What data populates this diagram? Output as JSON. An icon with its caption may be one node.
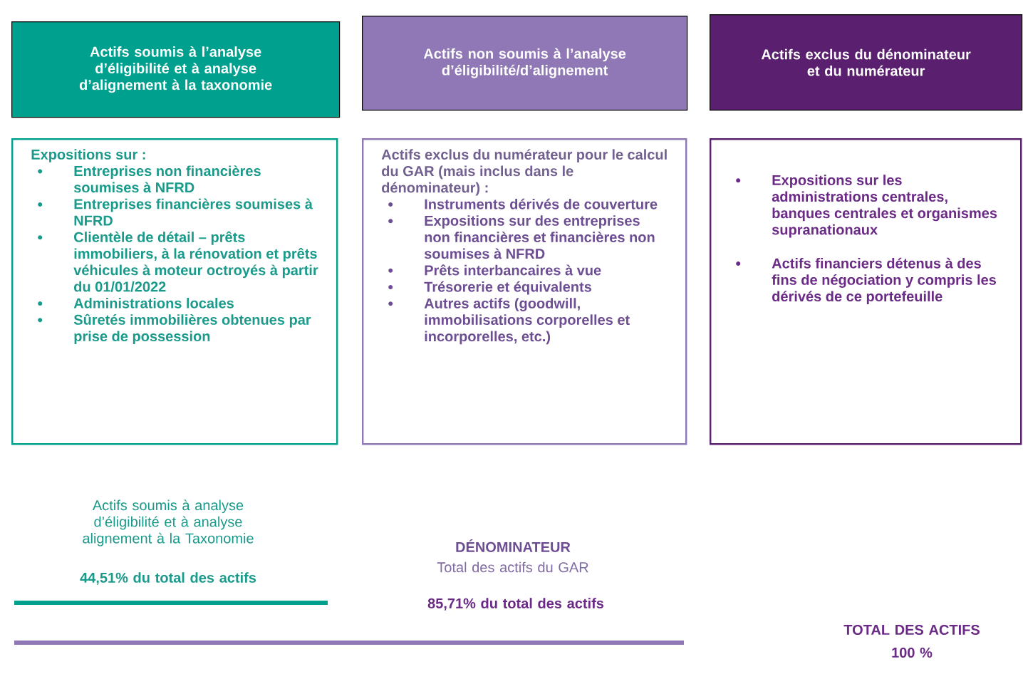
{
  "diagram": {
    "nodes": [
      {
        "text": [
          "Actifs soumis à l’analyse d’éligibilité et à analyse d’alignement à la taxonomie"
        ]
      },
      {
        "text": [
          "Actifs non soumis à l’analyse d’éligibilité/d’alignement"
        ]
      },
      {
        "text": [
          "Actifs exclus du dénominateur et du numérateur"
        ]
      },
      {
        "text": [
          "Expositions sur :",
          "Entreprises non financières soumises à NFRD",
          "Entreprises financières soumises à NFRD",
          "Clientèle de détail – prêts immobiliers, à la rénovation et prêts véhicules à moteur octroyés à partir du 01/01/2022",
          "Administrations locales",
          "Sûretés immobilières obtenues par prise de possession"
        ]
      },
      {
        "text": [
          "Actifs exclus du numérateur pour le calcul du GAR (mais inclus dans le dénominateur) :",
          "Instruments dérivés de couverture",
          "Expositions sur des entreprises non financières et financières non soumises à NFRD",
          "Prêts interbancaires à vue",
          "Trésorerie et équivalents",
          "Autres actifs (goodwill, immobilisations corporelles et incorporelles, etc.)"
        ]
      },
      {
        "text": [
          "Expositions sur les administrations centrales, banques centrales et organismes supranationaux",
          "Actifs financiers détenus à des fins de négociation y compris les dérivés de ce portefeuille"
        ]
      }
    ],
    "labels": [
      "Actifs soumis à analyse d’éligibilité et à analyse alignement à la Taxonomie",
      "44,51% du total des actifs",
      "DÉNOMINATEUR",
      "Total des actifs du GAR",
      "85,71% du total des actifs",
      "TOTAL DES ACTIFS",
      "100 %"
    ]
  }
}
